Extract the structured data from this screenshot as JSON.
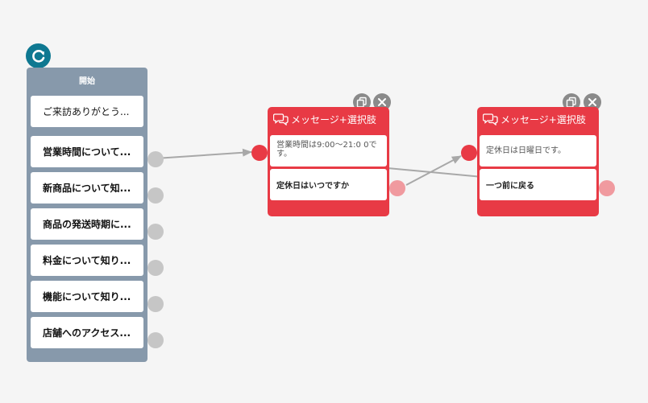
{
  "start_node": {
    "title": "開始",
    "items": [
      {
        "label": "ご来訪ありがとう..."
      },
      {
        "label": "営業時間について..."
      },
      {
        "label": "新商品について知..."
      },
      {
        "label": "商品の発送時期に..."
      },
      {
        "label": "料金について知り..."
      },
      {
        "label": "機能について知り..."
      },
      {
        "label": "店舗へのアクセス..."
      }
    ]
  },
  "nodes": [
    {
      "title": "メッセージ+選択肢",
      "message": "営業時間は9:00〜21:0 0です。",
      "choices": [
        {
          "label": "定休日はいつですか"
        }
      ]
    },
    {
      "title": "メッセージ+選択肢",
      "message": "定休日は日曜日です。",
      "choices": [
        {
          "label": "一つ前に戻る"
        }
      ]
    }
  ],
  "colors": {
    "node_red": "#e83a45",
    "start_node": "#8799ab",
    "reload_button": "#0e7891",
    "port_grey": "#c6c6c6",
    "edge": "#a8a8a8"
  },
  "icons": {
    "reload": "reload-icon",
    "copy": "copy-icon",
    "close": "close-icon",
    "chat": "chat-bubbles-icon"
  }
}
